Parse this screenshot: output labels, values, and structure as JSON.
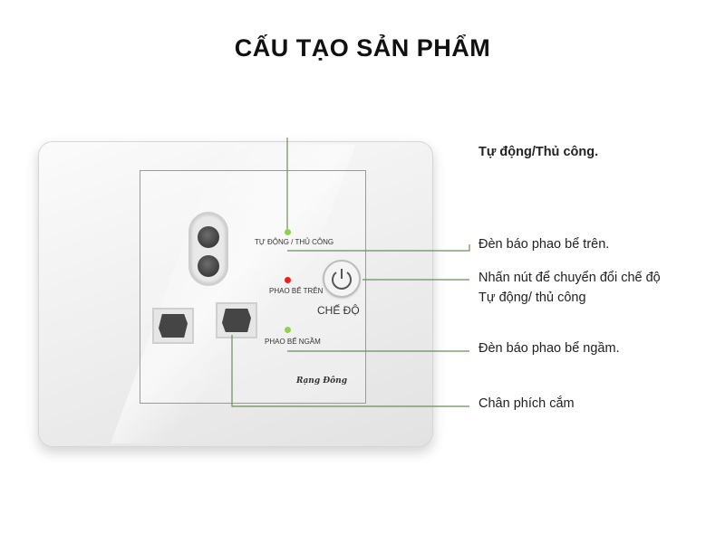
{
  "title": "CẤU TẠO SẢN PHẨM",
  "device": {
    "labels": {
      "auto_manual": "TỰ ĐỘNG / THỦ CÔNG",
      "upper_tank": "PHAO BỂ TRÊN",
      "lower_tank": "PHAO BỂ NGẦM",
      "mode_button": "CHẾ ĐỘ",
      "brand": "Rạng Đông"
    },
    "leds": {
      "auto_manual": "#8ed14f",
      "upper_tank": "#e8211f",
      "lower_tank": "#8ed14f"
    },
    "line_color": "#6a8f5a"
  },
  "callouts": {
    "auto_manual": "Tự động/Thủ công.",
    "upper_tank_indicator": "Đèn báo phao bể trên.",
    "mode_button_line1": "Nhấn nút để chuyển đổi chế độ",
    "mode_button_line2": "Tự động/ thủ công",
    "lower_tank_indicator": "Đèn báo phao bể ngầm.",
    "plug_pins": "Chân phích cắm"
  }
}
